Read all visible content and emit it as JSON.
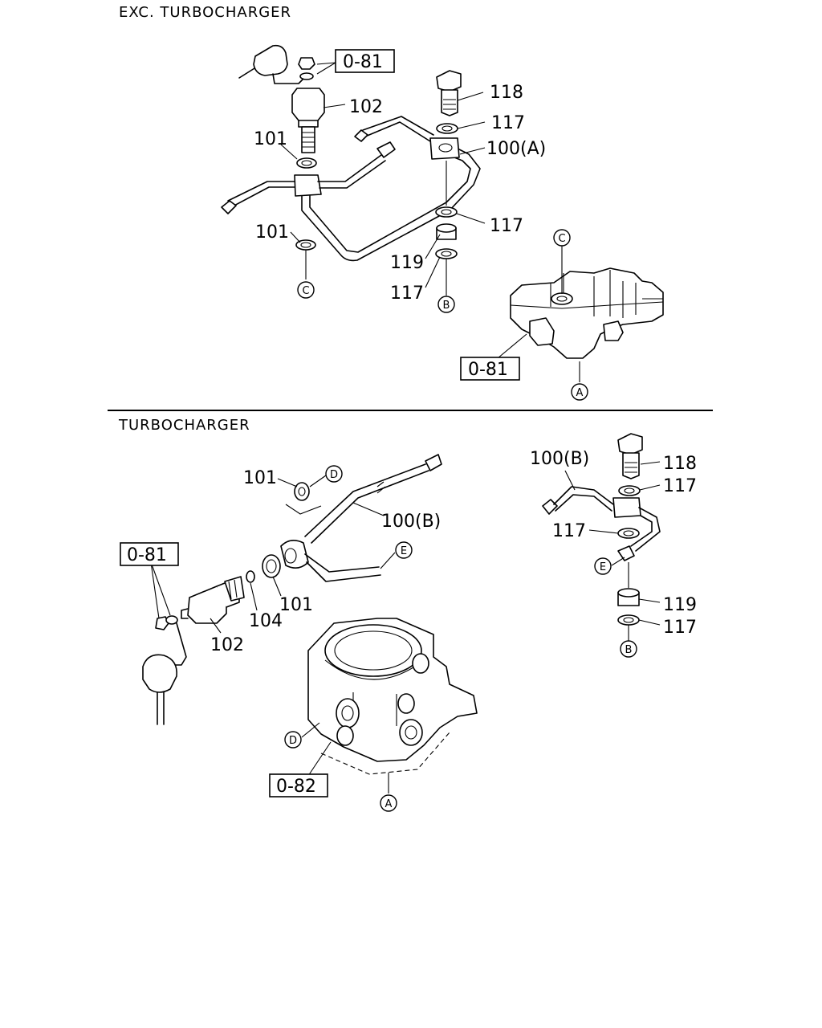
{
  "sections": {
    "top_title": "EXC. TURBOCHARGER",
    "bottom_title": "TURBOCHARGER"
  },
  "top": {
    "ref_081_a": "0-81",
    "ref_081_b": "0-81",
    "l118": "118",
    "l102": "102",
    "l117_a": "117",
    "l101_a": "101",
    "l100a": "100(A)",
    "l117_b": "117",
    "l101_b": "101",
    "l119": "119",
    "l117_c": "117",
    "c1": "C",
    "c2": "C",
    "b1": "B",
    "a1": "A"
  },
  "bottom": {
    "ref_081": "0-81",
    "ref_082": "0-82",
    "l101_a": "101",
    "d1": "D",
    "l100b_a": "100(B)",
    "e1": "E",
    "l101_b": "101",
    "l104": "104",
    "l102": "102",
    "l100b_b": "100(B)",
    "l118": "118",
    "l117_a": "117",
    "l117_b": "117",
    "e2": "E",
    "l119": "119",
    "l117_c": "117",
    "b1": "B",
    "d2": "D",
    "a1": "A"
  }
}
